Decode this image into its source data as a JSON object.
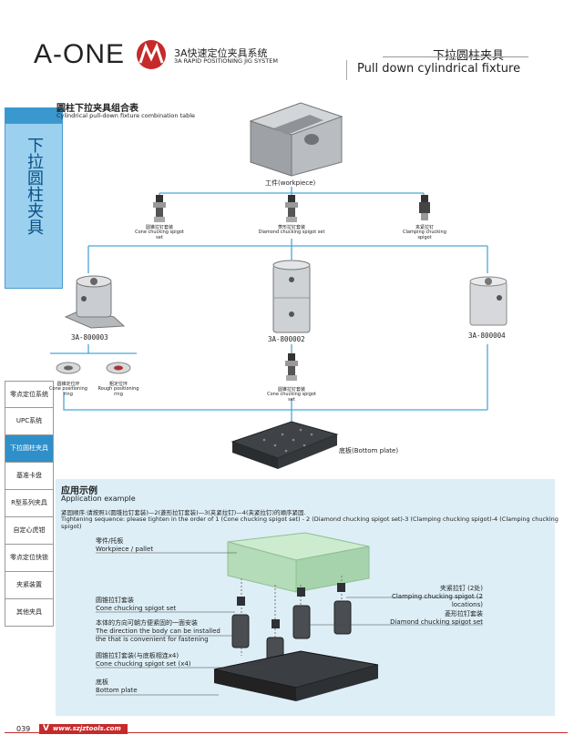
{
  "header": {
    "brand": "A-ONE",
    "system_cn": "3A快速定位夹具系统",
    "system_en": "3A RAPID POSITIONING JIG SYSTEM",
    "title_cn": "下拉圆柱夹具",
    "title_en": "Pull down cylindrical fixture"
  },
  "side_tab": {
    "label": "下拉圆柱夹具"
  },
  "side_menu": [
    {
      "label": "零点定位系统"
    },
    {
      "label": "UPC系统"
    },
    {
      "label": "下拉圆柱夹具",
      "active": true
    },
    {
      "label": "基准卡盘"
    },
    {
      "label": "R型系列夹具"
    },
    {
      "label": "自定心虎钳"
    },
    {
      "label": "零点定位快锁"
    },
    {
      "label": "夹紧装置"
    },
    {
      "label": "其他夹具"
    }
  ],
  "section": {
    "title_cn": "圆柱下拉夹具组合表",
    "title_en": "Cylindrical pull-down fixture combination table"
  },
  "diagram": {
    "workpiece_label": "工件(workpiece)",
    "spigots": [
      {
        "cn": "圆锥拉钉套装",
        "en": "Cone chucking spigot set"
      },
      {
        "cn": "菱形拉钉套装",
        "en": "Diamond chucking spigot set"
      },
      {
        "cn": "夹紧拉钉",
        "en": "Clamping chucking spigot"
      }
    ],
    "fixtures": [
      "3A-800003",
      "3A-800002",
      "3A-800004"
    ],
    "rings": [
      {
        "cn": "圆锥定位环",
        "en": "Cone positioning ring"
      },
      {
        "cn": "粗定位环",
        "en": "Rough positioning ring"
      }
    ],
    "lower_spigot": {
      "cn": "圆锥拉钉套装",
      "en": "Cone chucking spigot set"
    },
    "bottom_plate_label": "底板(Bottom plate)"
  },
  "application": {
    "title_cn": "应用示例",
    "title_en": "Application example",
    "sequence_cn": "紧固顺序:请按照1(圆锥拉钉套装)—2(菱形拉钉套装)—3(夹紧拉钉)—4(夹紧拉钉)的顺序紧固.",
    "sequence_en": "Tightening sequence: please tighten in the order of 1 (Cone chucking spigot set) - 2 (Diamond chucking spigot set)-3 (Clamping chucking spigot)-4 (Clamping chucking spigot)",
    "callouts": {
      "workpiece_cn": "零件/托板",
      "workpiece_en": "Workpiece / pallet",
      "cone_cn": "圆锥拉钉套装",
      "cone_en": "Cone chucking spigot set",
      "body_cn": "本体的方向可朝方便紧固的一面安装",
      "body_en1": "The direction the body can be installed",
      "body_en2": "the that is convenient for fastening",
      "cone4_cn": "圆锥拉钉套装(与底板相连x4)",
      "cone4_en": "Cone chucking spigot set (x4)",
      "bottom_cn": "底板",
      "bottom_en": "Bottom plate",
      "clamp_cn": "夹紧拉钉 (2处)",
      "clamp_en": "Clamping chucking spigot (2 locations)",
      "diamond_cn": "菱形拉钉套装",
      "diamond_en": "Diamond chucking spigot set"
    }
  },
  "footer": {
    "page_number": "039",
    "website": "www.szjztools.com",
    "badge_mark": "V"
  },
  "colors": {
    "accent_blue": "#3a98cf",
    "tab_fill": "#9bd1ef",
    "panel": "#ddeef6",
    "brand_red": "#c62a2a",
    "workpiece_green": "#bfe3c4"
  }
}
